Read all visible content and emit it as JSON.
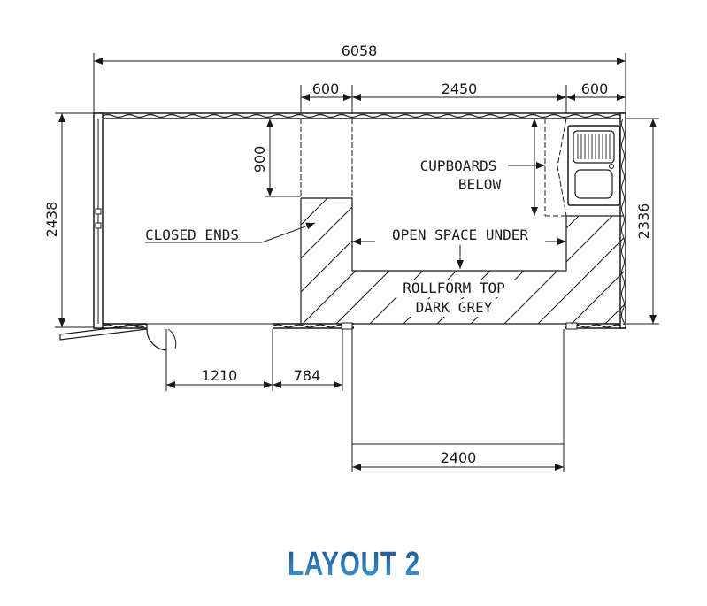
{
  "dimensions": {
    "overall_length": "6058",
    "top_left_segment": "600",
    "top_middle_segment": "2450",
    "top_right_segment": "600",
    "overall_width_outer": "2438",
    "overall_width_inner": "2336",
    "bench_depth": "900",
    "door_offset": "1210",
    "door_width": "784",
    "deck_width": "2400"
  },
  "labels": {
    "closed_ends": "CLOSED ENDS",
    "open_space_under": "OPEN SPACE UNDER",
    "cupboards_line1": "CUPBOARDS",
    "cupboards_line2": "BELOW",
    "rollform_line1": "ROLLFORM TOP",
    "rollform_line2": "DARK GREY"
  },
  "title": "LAYOUT 2",
  "colors": {
    "line": "#1a1a1a",
    "title_top": "#1f4f8f",
    "title_bottom": "#3aa0dc"
  }
}
